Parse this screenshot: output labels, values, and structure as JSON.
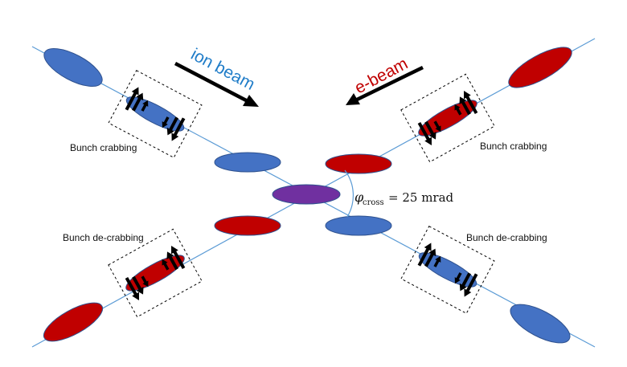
{
  "labels": {
    "ion_beam": "ion beam",
    "e_beam": "e-beam",
    "crab_left": "Bunch crabbing",
    "crab_right": "Bunch crabbing",
    "decrab_left": "Bunch de-crabbing",
    "decrab_right": "Bunch de-crabbing",
    "angle_symbol": "φ",
    "angle_subscript": "cross",
    "angle_value": "= 25 mrad"
  },
  "colors": {
    "ion": "#4472C4",
    "electron": "#C00000",
    "collision": "#7030A0",
    "beam_line": "#5B9BD5",
    "arrow": "#000000",
    "ion_label": "#1F7CC8",
    "e_label": "#C00000"
  }
}
